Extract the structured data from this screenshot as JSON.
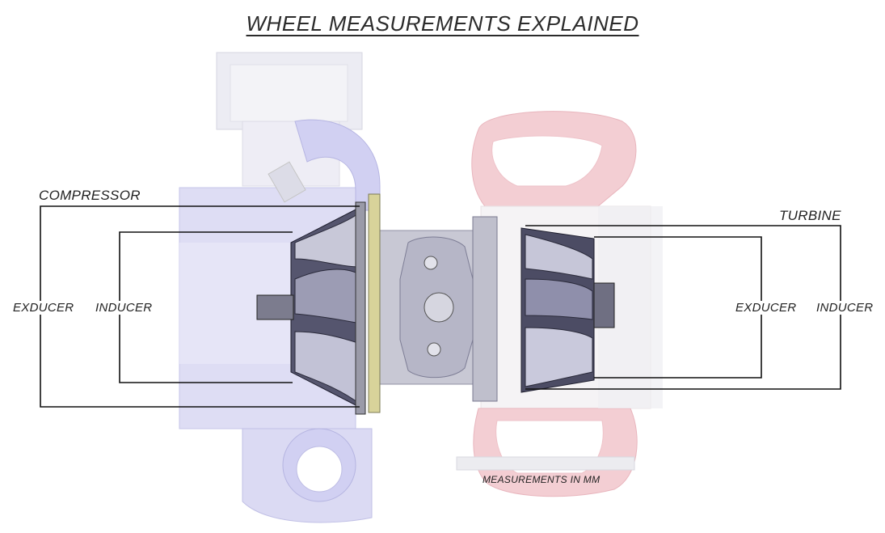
{
  "title": "WHEEL MEASUREMENTS EXPLAINED",
  "labels": {
    "compressor": "COMPRESSOR",
    "turbine": "TURBINE",
    "compressor_exducer": "EXDUCER",
    "compressor_inducer": "INDUCER",
    "turbine_exducer": "EXDUCER",
    "turbine_inducer": "INDUCER",
    "units_note": "MEASUREMENTS IN MM"
  },
  "colors": {
    "compressor_housing": "#c9c8f0",
    "turbine_housing": "#f2c6cc",
    "wheel": "#3a3a52",
    "bracket_line": "#111111"
  }
}
